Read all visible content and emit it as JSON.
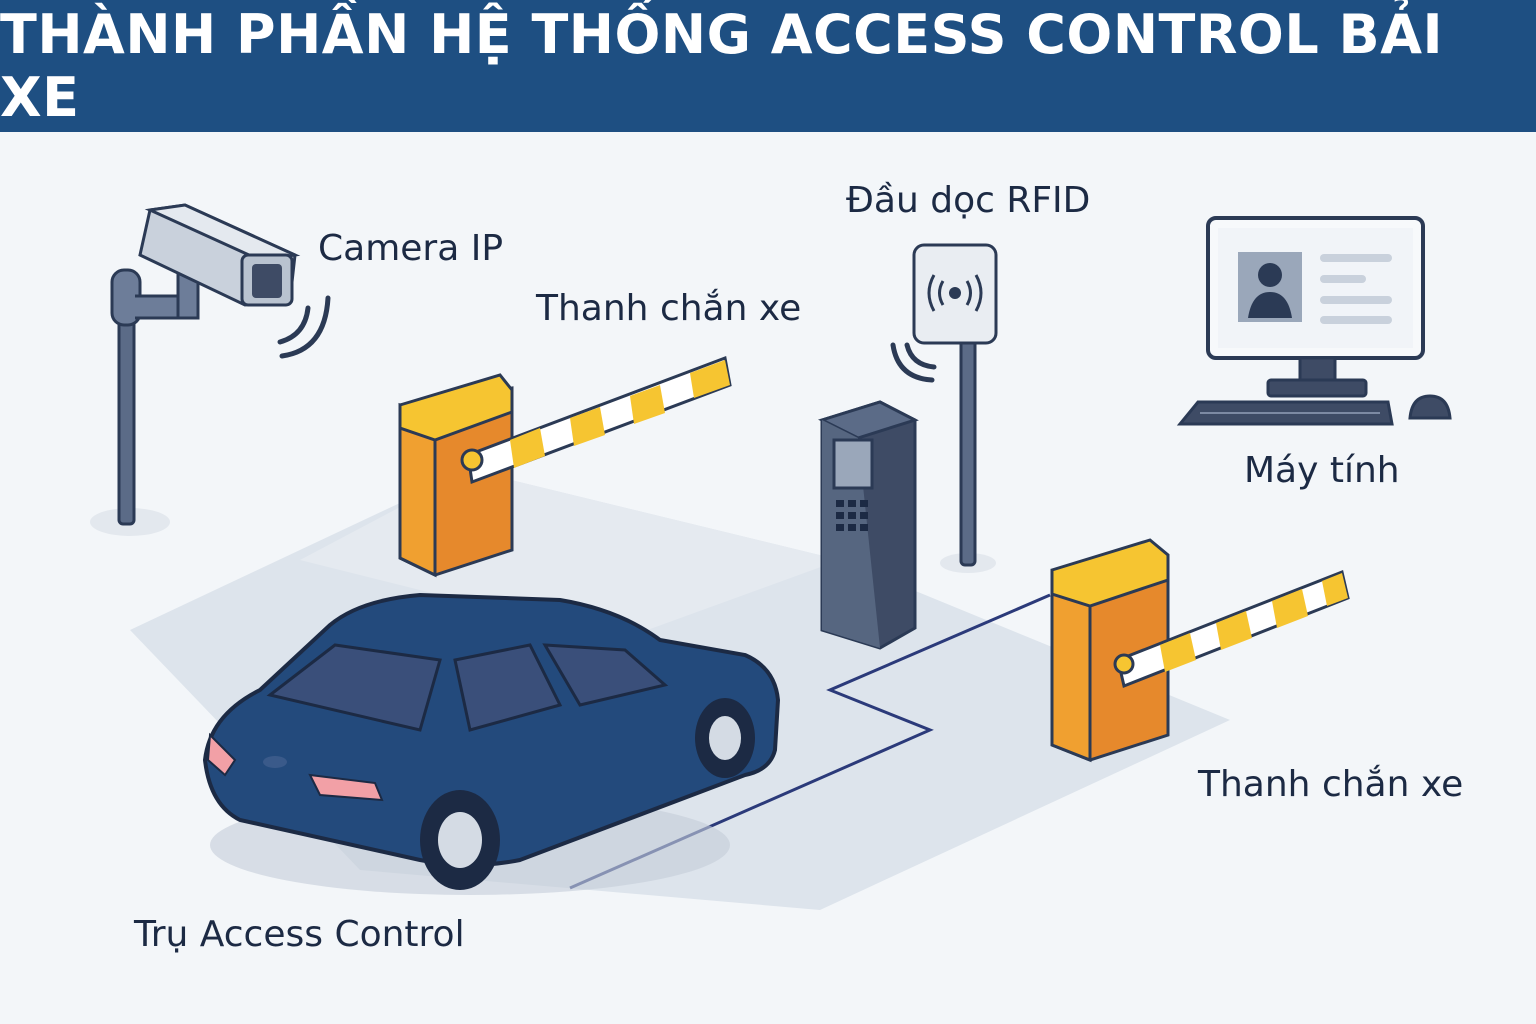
{
  "header": {
    "title": "THÀNH PHẦN HỆ THỐNG ACCESS CONTROL BẢI XE"
  },
  "labels": {
    "camera": "Camera IP",
    "rfid": "Đầu dọc RFID",
    "barrier_top": "Thanh chắn xe",
    "computer": "Máy tính",
    "barrier_bottom": "Thanh chắn xe",
    "access_post": "Trụ Access Control"
  },
  "colors": {
    "header_bg": "#1e4f82",
    "outline": "#2b3a55",
    "barrier_orange": "#f0a030",
    "stripe_yellow": "#f6c531",
    "car_body": "#234a7c",
    "pavement": "#dde4ec"
  }
}
